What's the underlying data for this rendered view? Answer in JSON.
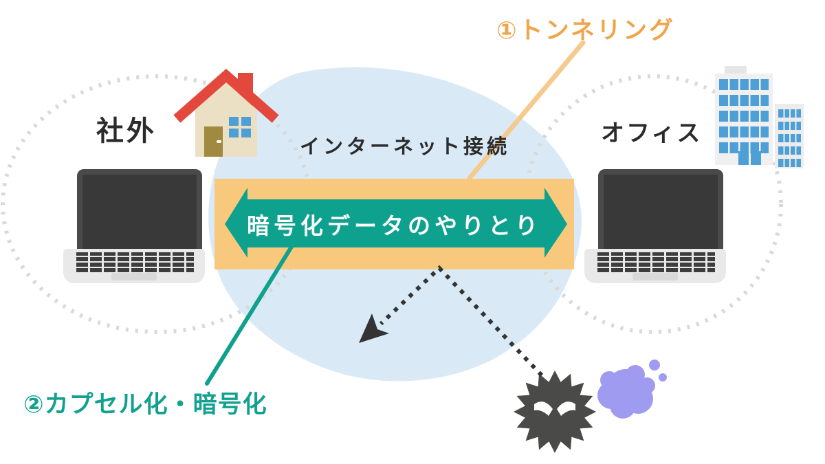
{
  "diagram": {
    "tunneling_label": "①トンネリング",
    "encapsulation_label": "②カプセル化・暗号化",
    "outside_label": "社外",
    "office_label": "オフィス",
    "internet_label": "インターネット接続",
    "exchange_label": "暗号化データのやりとり"
  },
  "icons": {
    "left": [
      "house-icon",
      "laptop-icon"
    ],
    "right": [
      "office-buildings-icon",
      "laptop-icon"
    ],
    "threat": [
      "virus-icon",
      "splat-icon"
    ],
    "connectors": [
      "tunnel-band",
      "double-arrow",
      "blocked-attack-dotted-arrow"
    ]
  },
  "colors": {
    "accent_orange_text": "#efa54c",
    "line_orange": "#f6c98c",
    "band_orange": "#f8c87d",
    "teal": "#0ea18d",
    "blob_blue": "#d9eaf6",
    "dot_gray": "#d9d9d9",
    "window_blue": "#4e9fd6",
    "roof_red": "#e2493c",
    "house_cream": "#ebdfc4",
    "door_olive": "#a08a3f",
    "building_gray": "#f0f0f0",
    "virus_gray": "#4a4a48",
    "splat_purple": "#9f9bf1",
    "attack_black": "#333333"
  }
}
